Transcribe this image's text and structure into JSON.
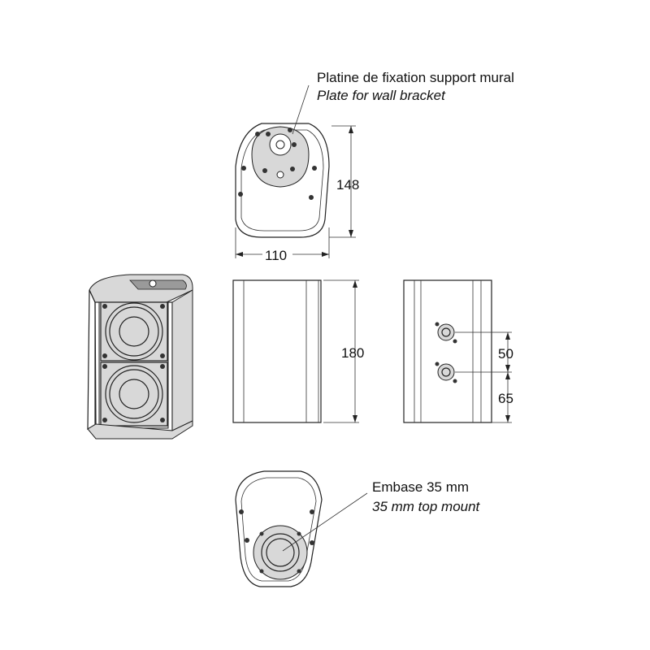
{
  "labels": {
    "wall_plate_fr": "Platine de fixation support mural",
    "wall_plate_en": "Plate for wall bracket",
    "top_mount_fr": "Embase 35 mm",
    "top_mount_en": "35 mm top mount"
  },
  "dimensions": {
    "height": "148",
    "width": "110",
    "depth": "180",
    "connector_spacing": "50",
    "connector_offset": "65"
  },
  "colors": {
    "line": "#222222",
    "fill": "#d8d8d8",
    "background": "#ffffff"
  }
}
